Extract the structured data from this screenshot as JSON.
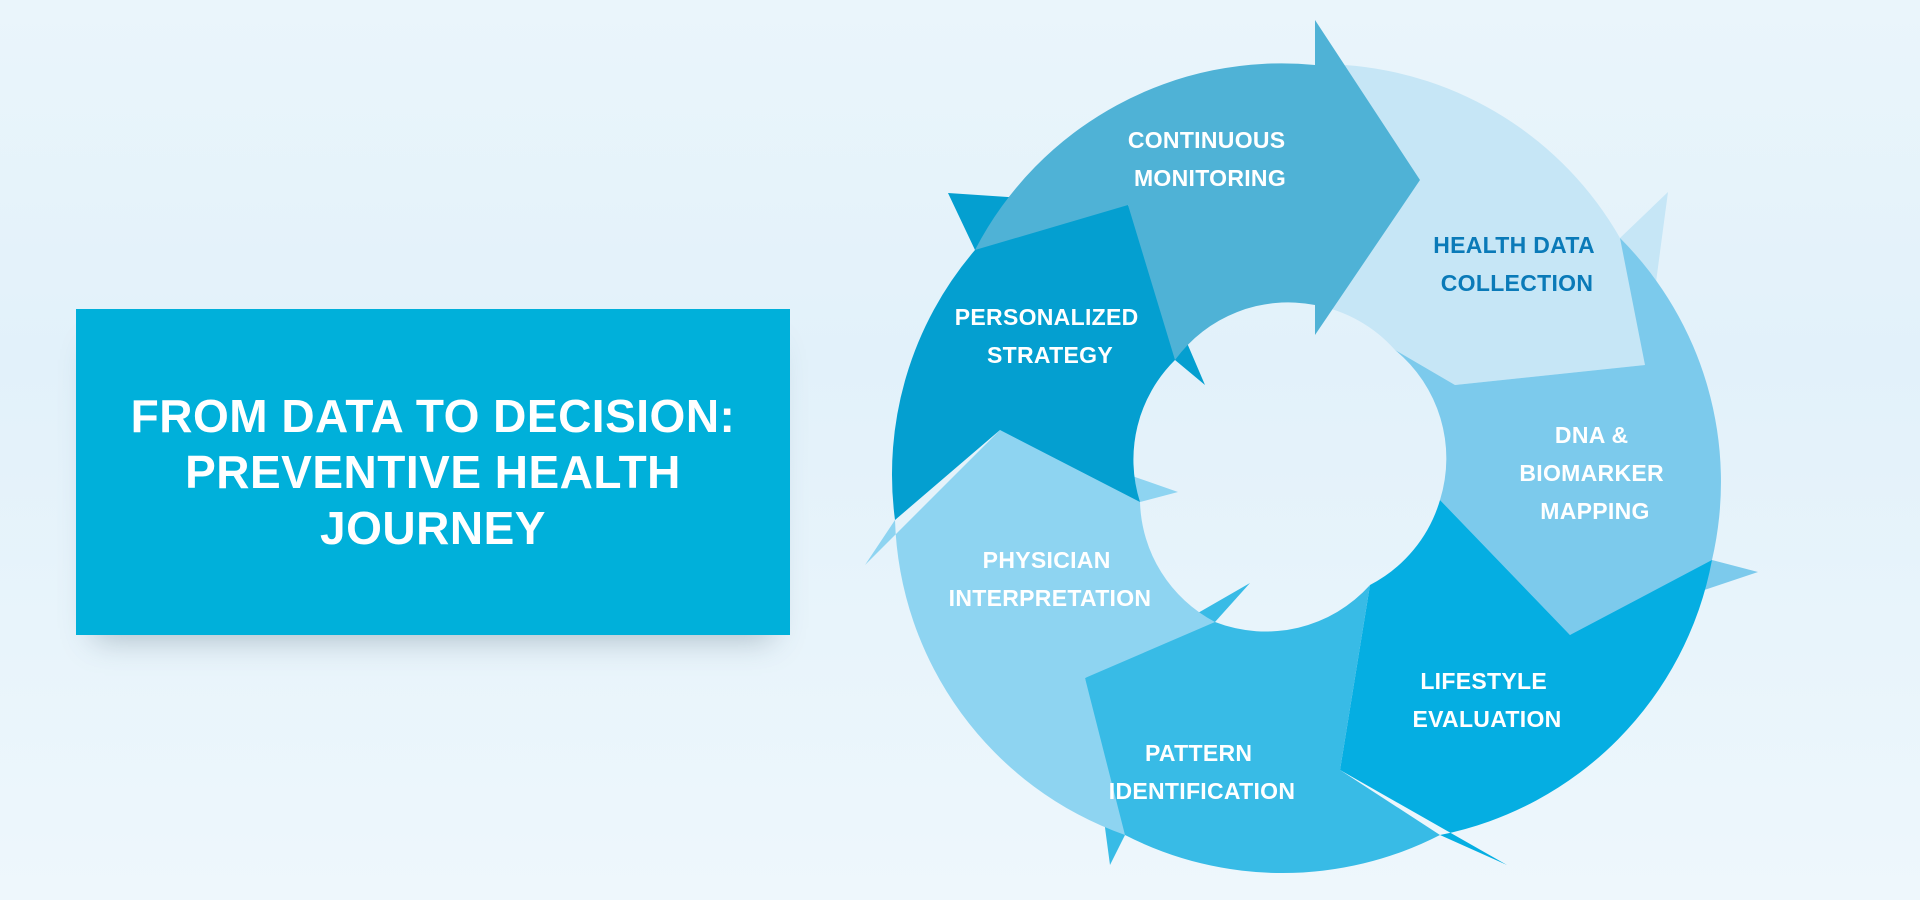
{
  "title": {
    "lines": [
      "FROM DATA TO DECISION:",
      "PREVENTIVE HEALTH",
      "JOURNEY"
    ],
    "background": "#00b0da",
    "text_color": "#ffffff"
  },
  "cycle": {
    "direction": "clockwise",
    "steps": [
      {
        "id": "health-data-collection",
        "lines": [
          "HEALTH DATA",
          "COLLECTION"
        ],
        "fill": "#c6e6f6",
        "text_color": "#0a7ab8"
      },
      {
        "id": "dna-biomarker-mapping",
        "lines": [
          "DNA &",
          "BIOMARKER",
          "MAPPING"
        ],
        "fill": "#7ccaec",
        "text_color": "#ffffff"
      },
      {
        "id": "lifestyle-evaluation",
        "lines": [
          "LIFESTYLE",
          "EVALUATION"
        ],
        "fill": "#05aee2",
        "text_color": "#ffffff"
      },
      {
        "id": "pattern-identification",
        "lines": [
          "PATTERN",
          "IDENTIFICATION"
        ],
        "fill": "#38bbe6",
        "text_color": "#ffffff"
      },
      {
        "id": "physician-interpretation",
        "lines": [
          "PHYSICIAN",
          "INTERPRETATION"
        ],
        "fill": "#8ed4f1",
        "text_color": "#ffffff"
      },
      {
        "id": "personalized-strategy",
        "lines": [
          "PERSONALIZED",
          "STRATEGY"
        ],
        "fill": "#049fd0",
        "text_color": "#ffffff"
      },
      {
        "id": "continuous-monitoring",
        "lines": [
          "CONTINUOUS",
          "MONITORING"
        ],
        "fill": "#4fb2d6",
        "text_color": "#ffffff"
      }
    ]
  }
}
